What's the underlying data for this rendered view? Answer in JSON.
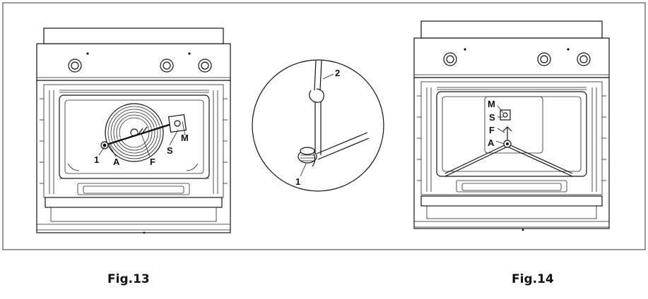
{
  "figures": [
    {
      "caption": "Fig.13",
      "labels": {
        "one": "1",
        "a": "A",
        "f": "F",
        "s": "S",
        "m": "M"
      }
    },
    {
      "caption": "",
      "labels": {
        "one": "1",
        "two": "2"
      }
    },
    {
      "caption": "Fig.14",
      "labels": {
        "m": "M",
        "s": "S",
        "f": "F",
        "a": "A"
      }
    }
  ]
}
